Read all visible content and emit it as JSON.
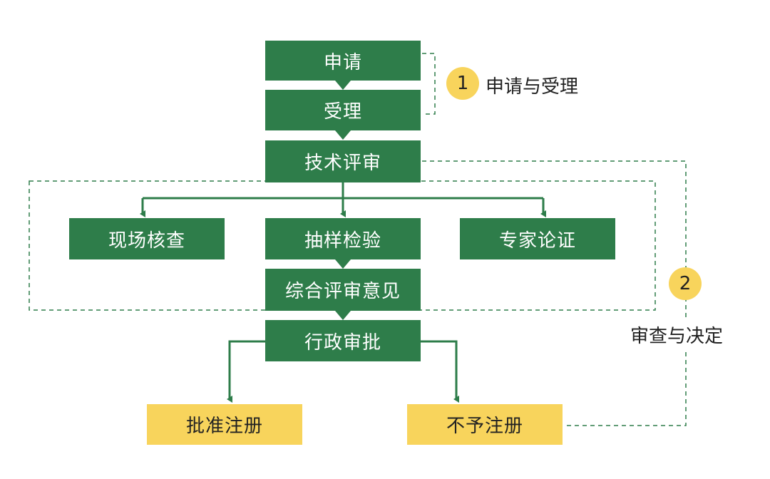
{
  "colors": {
    "process": "#2e7d4a",
    "outcome": "#f8d45c",
    "dashed": "#2e7d4a"
  },
  "nodes": {
    "apply": "申请",
    "accept": "受理",
    "tech_review": "技术评审",
    "site_check": "现场核查",
    "sample_test": "抽样检验",
    "expert_review": "专家论证",
    "overall_opinion": "综合评审意见",
    "admin_approval": "行政审批",
    "approve": "批准注册",
    "reject": "不予注册"
  },
  "phases": [
    {
      "number": "1",
      "label": "申请与受理"
    },
    {
      "number": "2",
      "label": "审查与决定"
    }
  ]
}
